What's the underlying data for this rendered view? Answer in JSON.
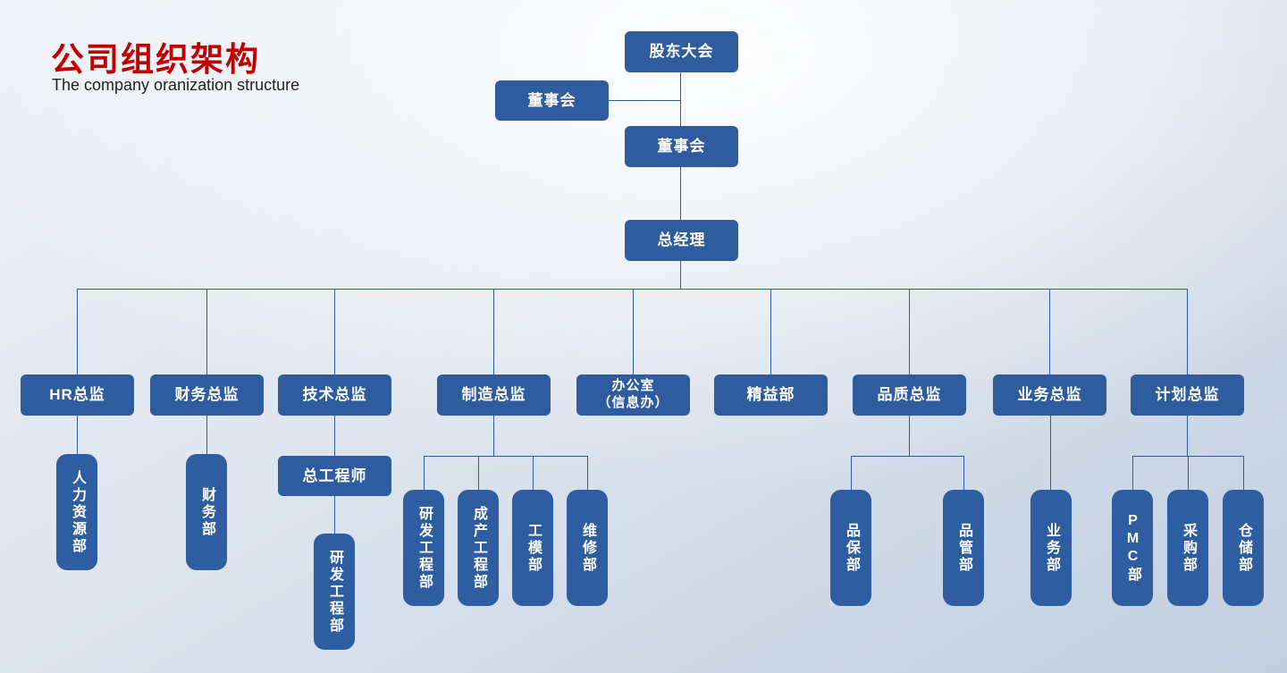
{
  "header": {
    "title": "公司组织架构",
    "subtitle": "The company oranization structure"
  },
  "colors": {
    "box_blue": "#2e5c9f",
    "connector_blue": "#2e5c9f",
    "title_red": "#c00000",
    "background_light": "#eef1f6",
    "background_dark": "#c2cfe0"
  },
  "nodes": {
    "shareholders_meeting": "股东大会",
    "board_side": "董事会",
    "board_of_directors": "董事会",
    "general_manager": "总经理",
    "hr_director": "HR总监",
    "finance_director": "财务总监",
    "tech_director": "技术总监",
    "manufacturing_director": "制造总监",
    "office_line1": "办公室",
    "office_line2": "（信息办）",
    "lean_dept": "精益部",
    "quality_director": "品质总监",
    "business_director": "业务总监",
    "planning_director": "计划总监",
    "hr_dept": "人力资源部",
    "finance_dept": "财务部",
    "chief_engineer": "总工程师",
    "rd_engineering_dept_under_chief": "研发工程部",
    "rd_engineering_dept": "研发工程部",
    "production_engineering_dept": "成产工程部",
    "tooling_dept": "工模部",
    "maintenance_dept": "维修部",
    "quality_assurance_dept": "品保部",
    "quality_control_dept": "品管部",
    "business_dept": "业务部",
    "pmc_dept": "PMC部",
    "purchasing_dept": "采购部",
    "warehouse_dept": "仓储部"
  }
}
